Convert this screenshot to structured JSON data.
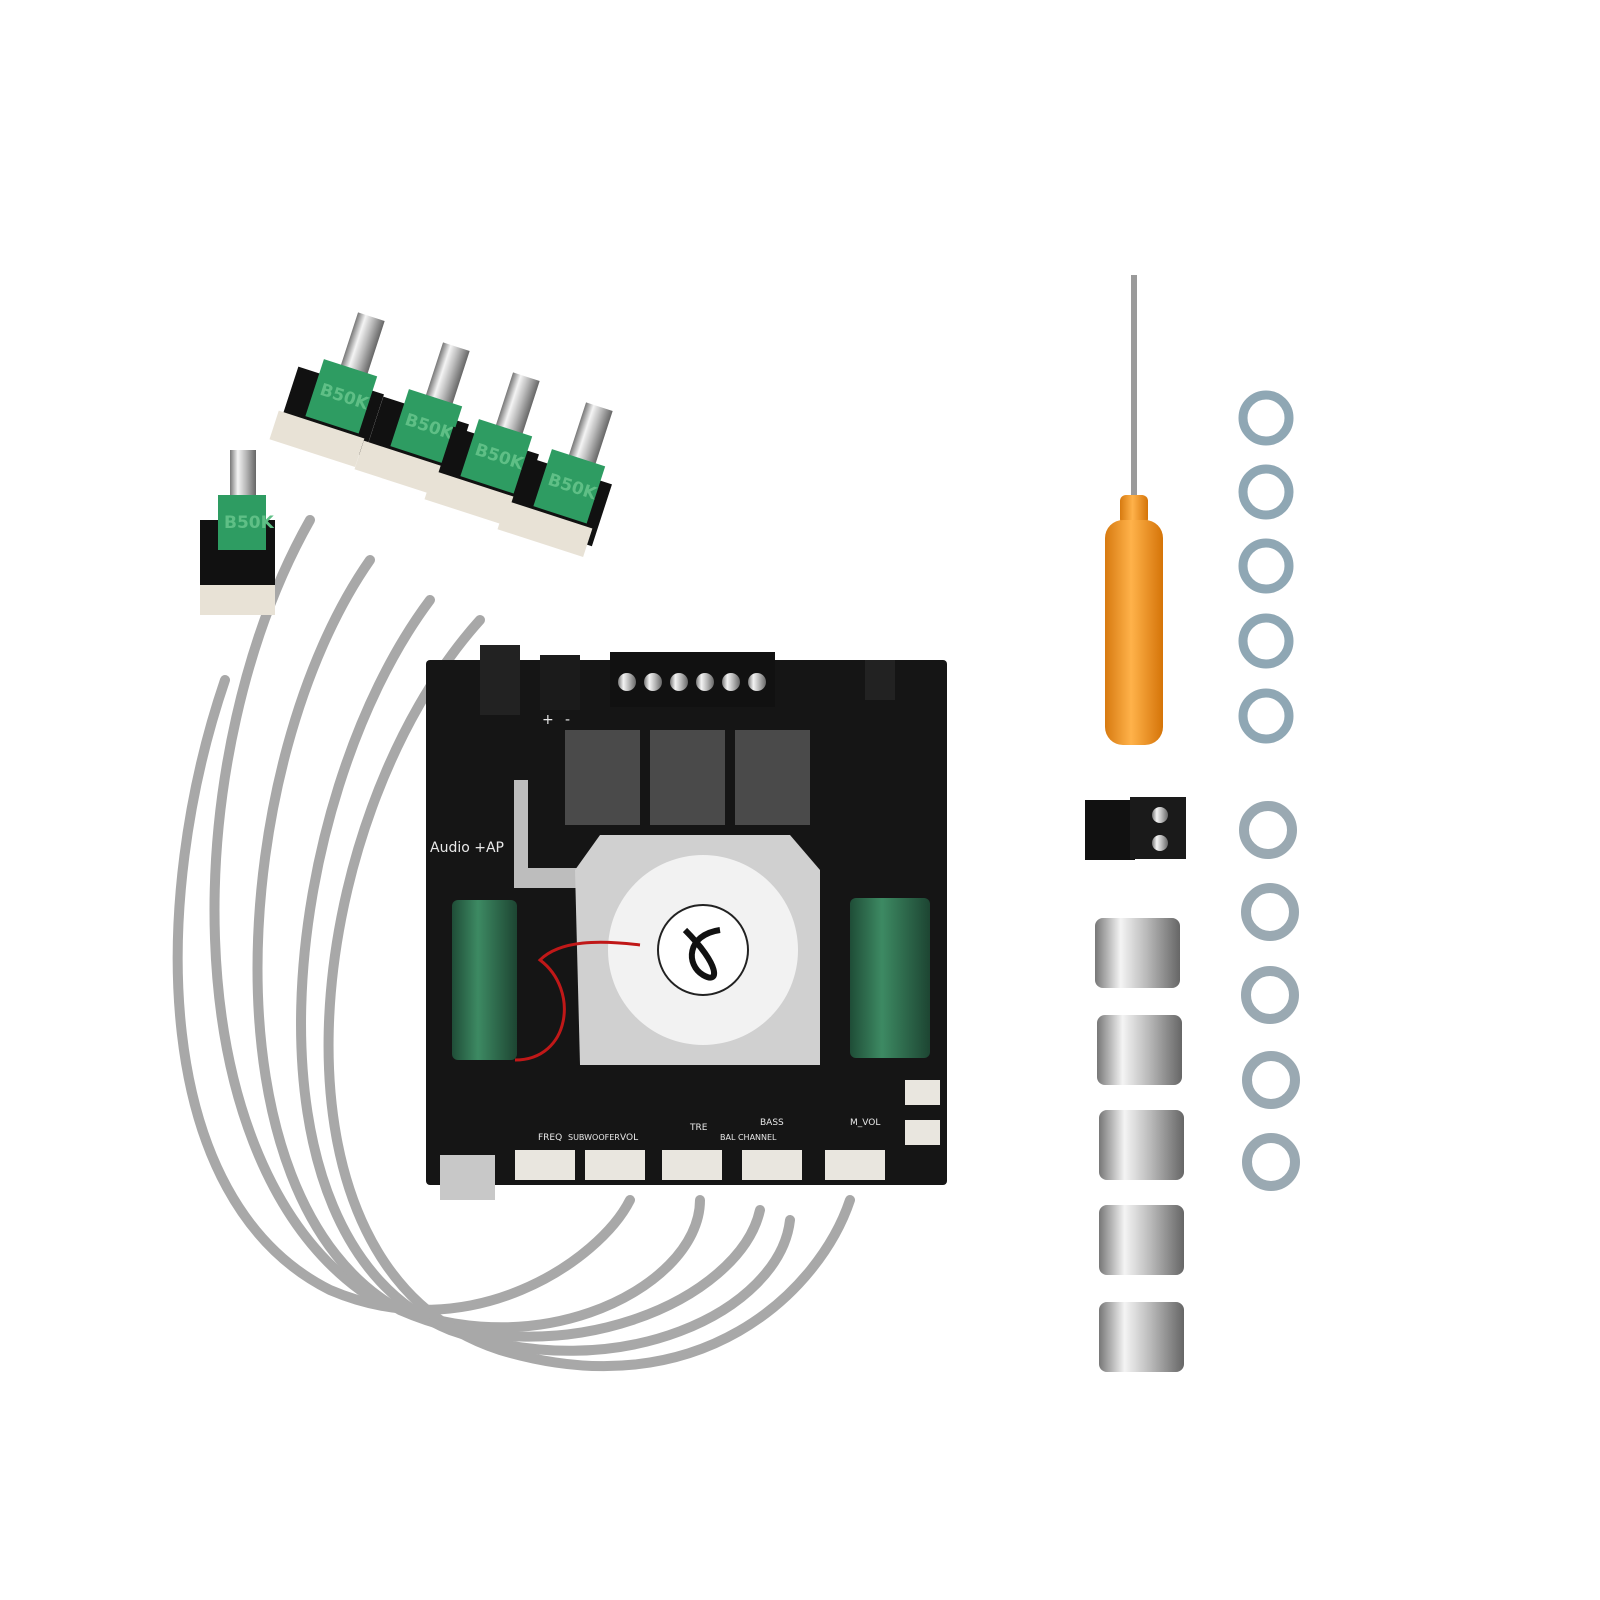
{
  "board": {
    "brand_text": "Audio +AP",
    "labels": [
      "FREQ",
      "SUBWOOFER",
      "VOL",
      "TRE",
      "BAL CHANNEL",
      "BASS",
      "M_VOL"
    ],
    "power_plus": "+",
    "power_minus": "-"
  },
  "potentiometer_value": "B50K",
  "colors": {
    "pcb": "#141414",
    "pot_green": "#2e9c62",
    "cable_gray": "#a9a9a9",
    "screwdriver_handle": "#f19a22",
    "washer": "#8fa7b4"
  }
}
